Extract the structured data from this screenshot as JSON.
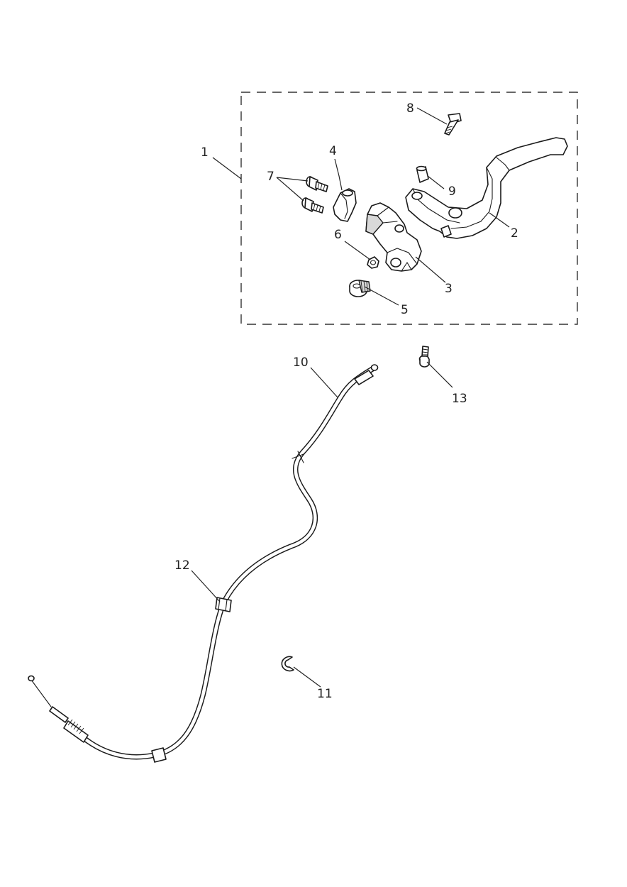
{
  "callouts": {
    "c1": "1",
    "c2": "2",
    "c3": "3",
    "c4": "4",
    "c5": "5",
    "c6": "6",
    "c7": "7",
    "c8": "8",
    "c9": "9",
    "c10": "10",
    "c11": "11",
    "c12": "12",
    "c13": "13"
  },
  "colors": {
    "line": "#1a1a1a",
    "background": "#ffffff"
  }
}
